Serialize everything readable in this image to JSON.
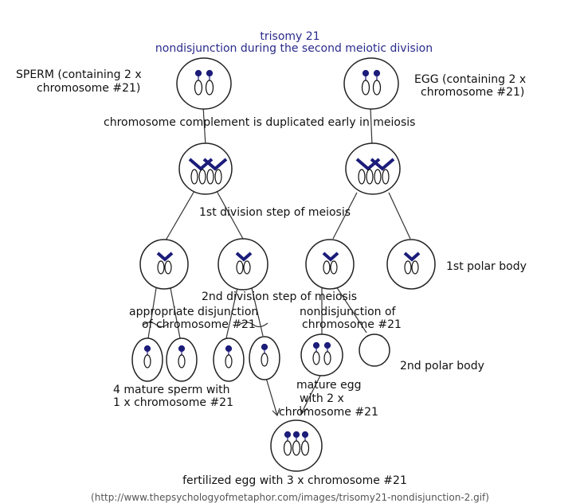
{
  "title": {
    "line1": "trisomy 21",
    "line2": "nondisjunction during the second meiotic division"
  },
  "labels": {
    "sperm_l1": "SPERM (containing 2 x",
    "sperm_l2": "chromosome #21)",
    "egg_l1": "EGG (containing 2 x",
    "egg_l2": "chromosome #21)",
    "duplicated": "chromosome complement is duplicated early in meiosis",
    "first_division": "1st division step of meiosis",
    "first_polar": "1st polar body",
    "second_division": "2nd division step of meiosis",
    "appropriate_l1": "appropriate disjunction",
    "appropriate_l2": "of chromosome #21",
    "nondisjunction_l1": "nondisjunction of",
    "nondisjunction_l2": "chromosome #21",
    "second_polar": "2nd polar body",
    "mature_sperm_l1": "4 mature sperm with",
    "mature_sperm_l2": "1 x chromosome #21",
    "mature_egg_l1": "mature egg",
    "mature_egg_l2": "with 2 x",
    "mature_egg_l3": "chromosome #21",
    "fertilized": "fertilized egg with 3 x chromosome #21"
  },
  "source_url": "(http://www.thepsychologyofmetaphor.com/images/trisomy21-nondisjunction-2.gif)",
  "colors": {
    "chromosome": "#1c1c7a",
    "title": "#2a2a8c"
  }
}
